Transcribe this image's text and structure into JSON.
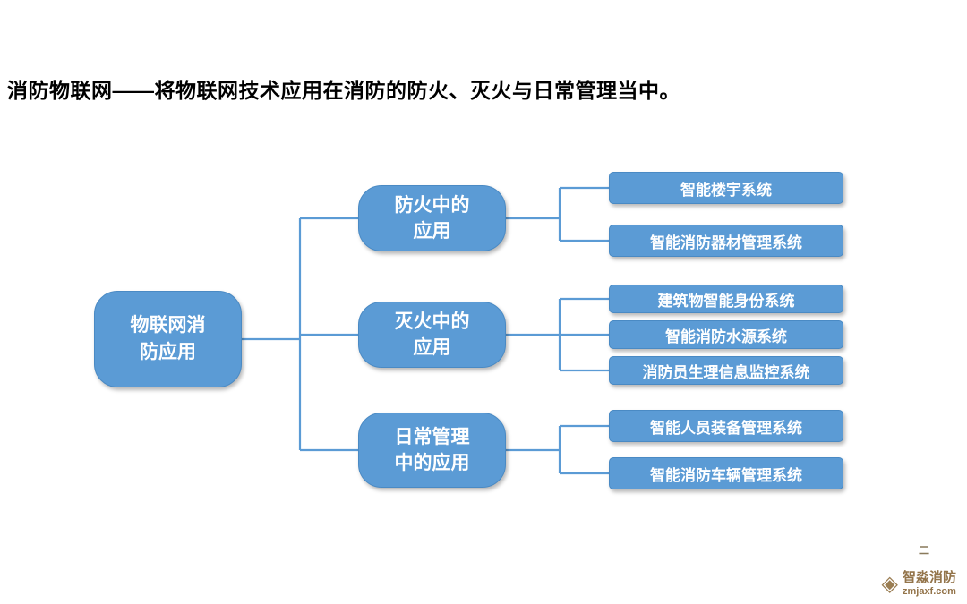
{
  "title": "消防物联网——将物联网技术应用在消防的防火、灭火与日常管理当中。",
  "diagram": {
    "root": "物联网消\n防应用",
    "branches": [
      {
        "label": "防火中的\n应用",
        "children": [
          "智能楼宇系统",
          "智能消防器材管理系统"
        ]
      },
      {
        "label": "灭火中的\n应用",
        "children": [
          "建筑物智能身份系统",
          "智能消防水源系统",
          "消防员生理信息监控系统"
        ]
      },
      {
        "label": "日常管理\n中的应用",
        "children": [
          "智能人员装备管理系统",
          "智能消防车辆管理系统"
        ]
      }
    ]
  },
  "colors": {
    "node_fill": "#5B9BD5",
    "node_border": "#4a8ac4",
    "line": "#5B9BD5",
    "node_text": "#FFFFFF"
  },
  "footer": {
    "brand": "智淼消防",
    "url": "zmjaxf.com",
    "mark": "二",
    "diamond_icon": "◈"
  }
}
